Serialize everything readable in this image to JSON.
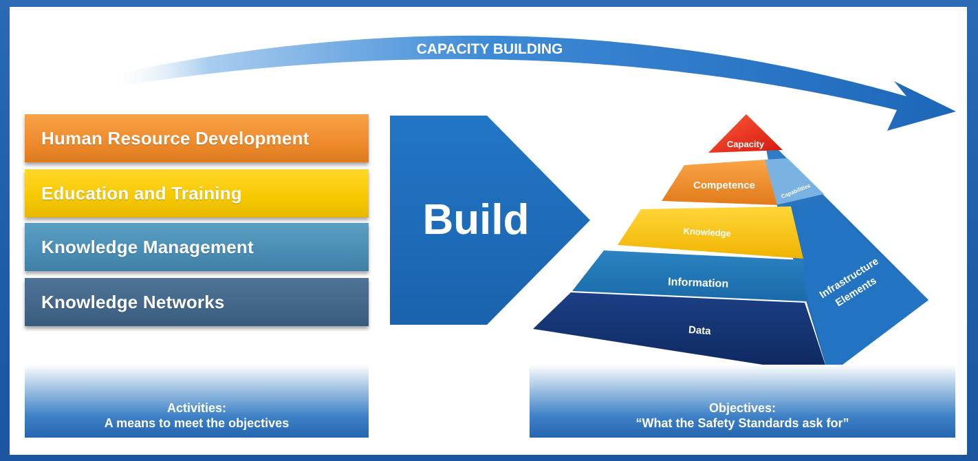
{
  "arrow_label": "CAPACITY BUILDING",
  "activities": [
    "Human Resource Development",
    "Education and Training",
    "Knowledge Management",
    "Knowledge Networks"
  ],
  "build_label": "Build",
  "pyramid": {
    "layers": [
      "Capacity",
      "Competence",
      "Knowledge",
      "Information",
      "Data"
    ],
    "side_capabilities": "Capabilities",
    "side_infrastructure": [
      "Infrastructure",
      "Elements"
    ]
  },
  "footer_left": {
    "title": "Activities:",
    "subtitle": "A means to meet the objectives"
  },
  "footer_right": {
    "title": "Objectives:",
    "subtitle": "“What the Safety Standards ask for”"
  },
  "colors": {
    "frame_blue": "#1f5ea8",
    "arrow_blue": "#1f6fc0",
    "orange": "#ee8a2b",
    "yellow": "#f6c800",
    "teal": "#4a8db4",
    "slate": "#436789",
    "red": "#e02a1c",
    "navy": "#0f2d66"
  }
}
